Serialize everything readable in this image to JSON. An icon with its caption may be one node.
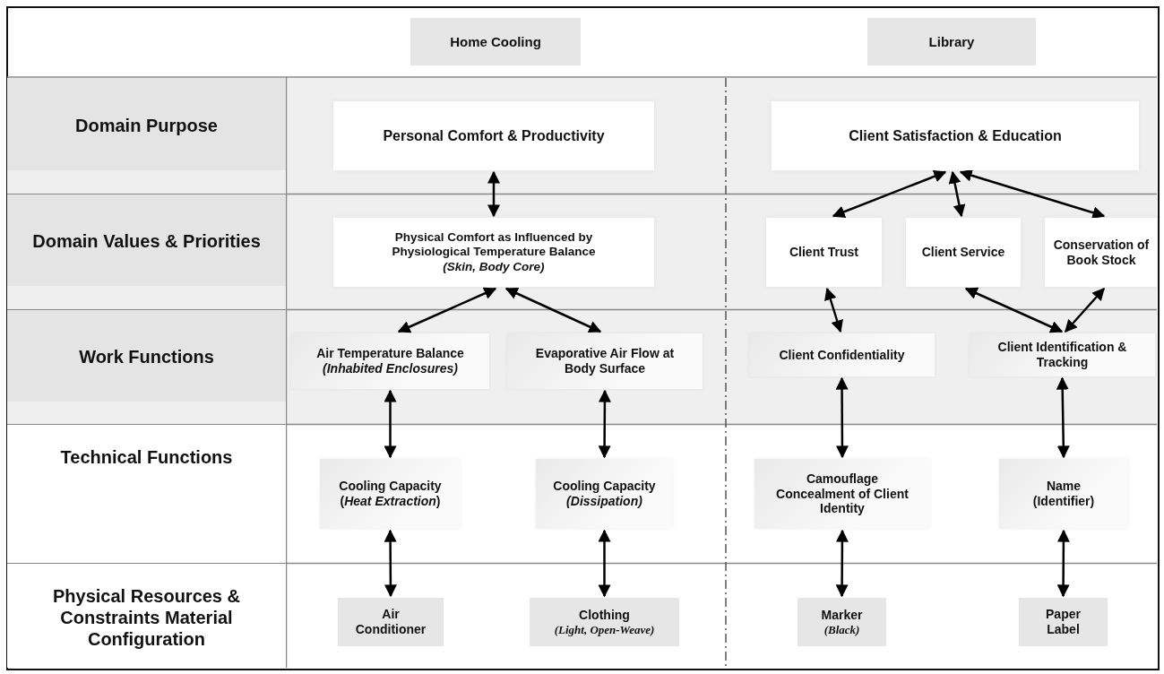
{
  "diagram": {
    "nodes": [
      {
        "text": [
          "Home Cooling"
        ]
      },
      {
        "text": [
          "Library"
        ]
      },
      {
        "text": [
          "Domain Purpose"
        ]
      },
      {
        "text": [
          "Domain Values & Priorities"
        ]
      },
      {
        "text": [
          "Work Functions"
        ]
      },
      {
        "text": [
          "Technical Functions"
        ]
      },
      {
        "text": [
          "Physical Resources & Constraints Material Configuration"
        ]
      },
      {
        "text": [
          "Personal Comfort & Productivity"
        ]
      },
      {
        "text": [
          "Client Satisfaction & Education"
        ]
      },
      {
        "text": [
          "Physical Comfort as Influenced by Physiological Temperature Balance",
          "(Skin, Body Core)"
        ]
      },
      {
        "text": [
          "Client Trust"
        ]
      },
      {
        "text": [
          "Client Service"
        ]
      },
      {
        "text": [
          "Conservation of Book Stock"
        ]
      },
      {
        "text": [
          "Air Temperature Balance",
          "(*Inhabited Enclosures*)"
        ]
      },
      {
        "text": [
          "Evaporative Air Flow at Body Surface"
        ]
      },
      {
        "text": [
          "Client Confidentiality"
        ]
      },
      {
        "text": [
          "Client Identification & Tracking"
        ]
      },
      {
        "text": [
          "Cooling Capacity",
          "(*Heat Extraction*)"
        ]
      },
      {
        "text": [
          "Cooling Capacity",
          "(Dissipation)"
        ]
      },
      {
        "text": [
          "Camouflage Concealment of Client Identity"
        ]
      },
      {
        "text": [
          "Name (Identifier)"
        ]
      },
      {
        "text": [
          "Air Conditioner"
        ]
      },
      {
        "text": [
          "Clothing",
          "(Light, Open-Weave)"
        ]
      },
      {
        "text": [
          "Marker",
          "(Black)"
        ]
      },
      {
        "text": [
          "Paper Label"
        ]
      }
    ],
    "edges": [
      {
        "from": 7,
        "to": 9,
        "arrow": "both"
      },
      {
        "from": 9,
        "to": 13,
        "arrow": "both"
      },
      {
        "from": 9,
        "to": 14,
        "arrow": "both"
      },
      {
        "from": 8,
        "to": 10,
        "arrow": "both"
      },
      {
        "from": 8,
        "to": 11,
        "arrow": "both"
      },
      {
        "from": 8,
        "to": 12,
        "arrow": "both"
      },
      {
        "from": 10,
        "to": 15,
        "arrow": "both"
      },
      {
        "from": 11,
        "to": 16,
        "arrow": "both"
      },
      {
        "from": 12,
        "to": 16,
        "arrow": "both"
      },
      {
        "from": 13,
        "to": 17,
        "arrow": "both"
      },
      {
        "from": 14,
        "to": 18,
        "arrow": "both"
      },
      {
        "from": 15,
        "to": 19,
        "arrow": "both"
      },
      {
        "from": 16,
        "to": 20,
        "arrow": "both"
      },
      {
        "from": 17,
        "to": 21,
        "arrow": "both"
      },
      {
        "from": 18,
        "to": 22,
        "arrow": "both"
      },
      {
        "from": 19,
        "to": 23,
        "arrow": "both"
      },
      {
        "from": 20,
        "to": 24,
        "arrow": "both"
      }
    ]
  }
}
